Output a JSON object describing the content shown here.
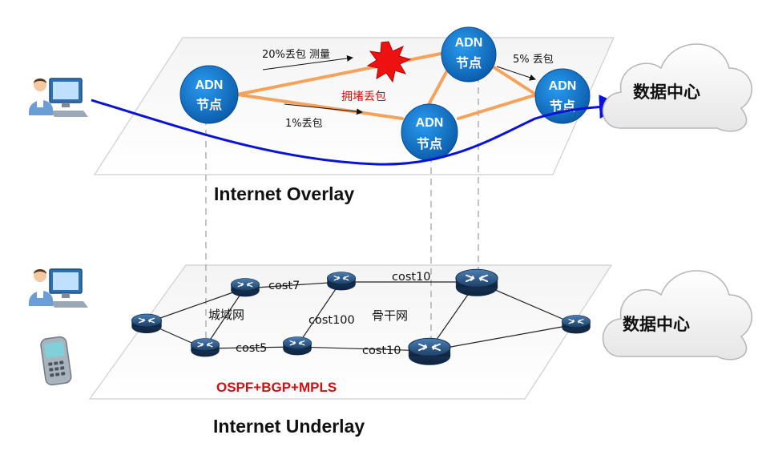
{
  "overlay": {
    "title": "Internet Overlay",
    "nodes": [
      {
        "line1": "ADN",
        "line2": "节点"
      },
      {
        "line1": "ADN",
        "line2": "节点"
      },
      {
        "line1": "ADN",
        "line2": "节点"
      },
      {
        "line1": "ADN",
        "line2": "节点"
      }
    ],
    "labels": {
      "loss_measure": "20%丢包 测量",
      "loss_1": "1%丢包",
      "loss_5": "5% 丢包",
      "congestion": "拥堵丢包"
    },
    "cloud_label": "数据中心"
  },
  "underlay": {
    "title": "Internet Underlay",
    "protocols": "OSPF+BGP+MPLS",
    "metro_label": "城域网",
    "backbone_label": "骨干网",
    "costs": {
      "c7": "cost7",
      "c10_top": "cost10",
      "c100": "cost100",
      "c5": "cost5",
      "c10_bottom": "cost10"
    },
    "cloud_label": "数据中心"
  },
  "colors": {
    "adn_node": "#0d72c5",
    "overlay_link": "#f5a35c",
    "path": "#0a12d8",
    "congestion_star": "#ee1111",
    "congestion_text": "#cc1111",
    "protocol_text": "#cc1111",
    "router": "#2a4f78"
  },
  "icons": {
    "user": "user-at-computer-icon",
    "phone": "mobile-phone-icon",
    "router": "router-icon",
    "cloud": "cloud-icon",
    "star": "congestion-burst-icon"
  }
}
